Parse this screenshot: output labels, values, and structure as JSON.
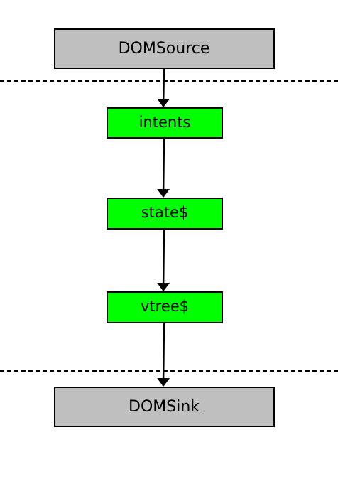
{
  "diagram": {
    "nodes": {
      "dom_source": {
        "label": "DOMSource",
        "fill": "#bfbfbf"
      },
      "intents": {
        "label": "intents",
        "fill": "#00ff00"
      },
      "state": {
        "label": "state$",
        "fill": "#00ff00"
      },
      "vtree": {
        "label": "vtree$",
        "fill": "#00ff00"
      },
      "dom_sink": {
        "label": "DOMSink",
        "fill": "#bfbfbf"
      }
    },
    "edges": [
      {
        "from": "DOMSource",
        "to": "intents"
      },
      {
        "from": "intents",
        "to": "state$"
      },
      {
        "from": "state$",
        "to": "vtree$"
      },
      {
        "from": "vtree$",
        "to": "DOMSink"
      }
    ],
    "boundary_lines": {
      "style": "dashed",
      "color": "#000000",
      "count": 2
    }
  }
}
